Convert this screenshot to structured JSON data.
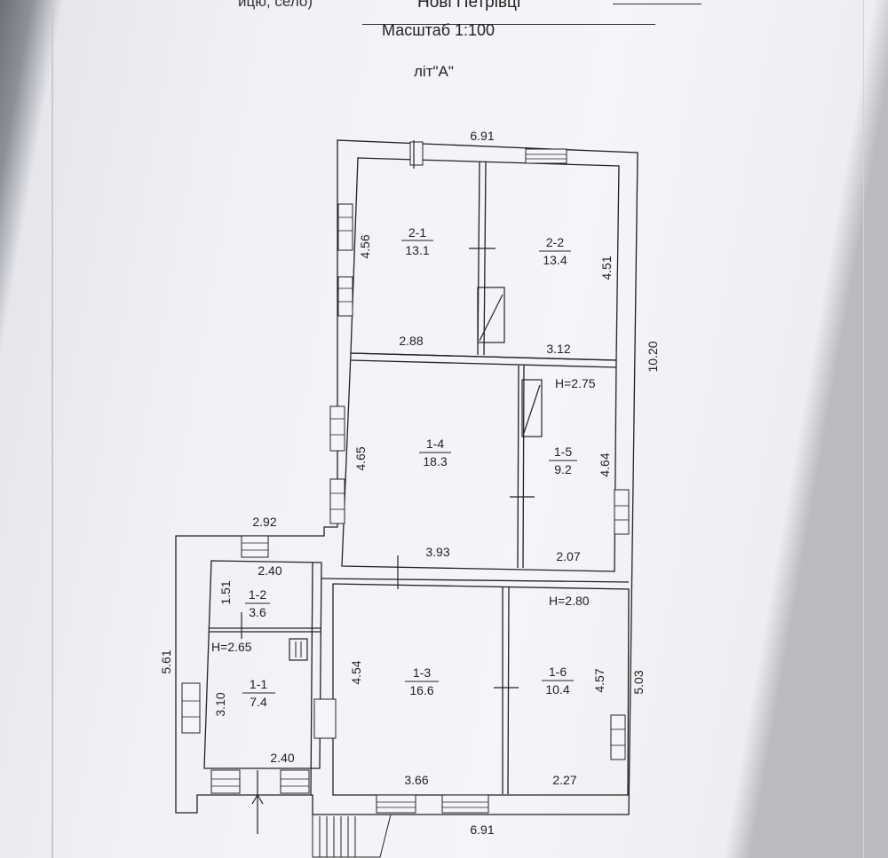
{
  "header": {
    "locality_fragment": "ицю, село)",
    "place_name": "Нові Петрівці",
    "scale": "Масштаб 1:100",
    "letter": "літ\"А\""
  },
  "rooms": [
    {
      "id": "2-1",
      "area": "13.1"
    },
    {
      "id": "2-2",
      "area": "13.4"
    },
    {
      "id": "1-4",
      "area": "18.3"
    },
    {
      "id": "1-5",
      "area": "9.2"
    },
    {
      "id": "1-2",
      "area": "3.6"
    },
    {
      "id": "1-1",
      "area": "7.4"
    },
    {
      "id": "1-3",
      "area": "16.6"
    },
    {
      "id": "1-6",
      "area": "10.4"
    }
  ],
  "heights": {
    "h_top": "H=2.75",
    "h_bottom_right": "H=2.80",
    "h_left": "H=2.65"
  },
  "dimensions": {
    "top_width": "6.91",
    "bottom_width": "6.91",
    "total_height": "10.20",
    "r21_height": "4.56",
    "r22_height": "4.51",
    "r21_width": "2.88",
    "r22_width": "3.12",
    "r14_height": "4.65",
    "r15_height": "4.64",
    "r14_width": "3.93",
    "r15_width": "2.07",
    "annex_width": "2.92",
    "r12_width": "2.40",
    "r12_height": "1.51",
    "annex_height": "5.61",
    "r11_height": "3.10",
    "r11_width": "2.40",
    "r13_height": "4.54",
    "r13_width": "3.66",
    "r16_height": "4.57",
    "r16_width": "2.27",
    "right_lower_height": "5.03"
  }
}
